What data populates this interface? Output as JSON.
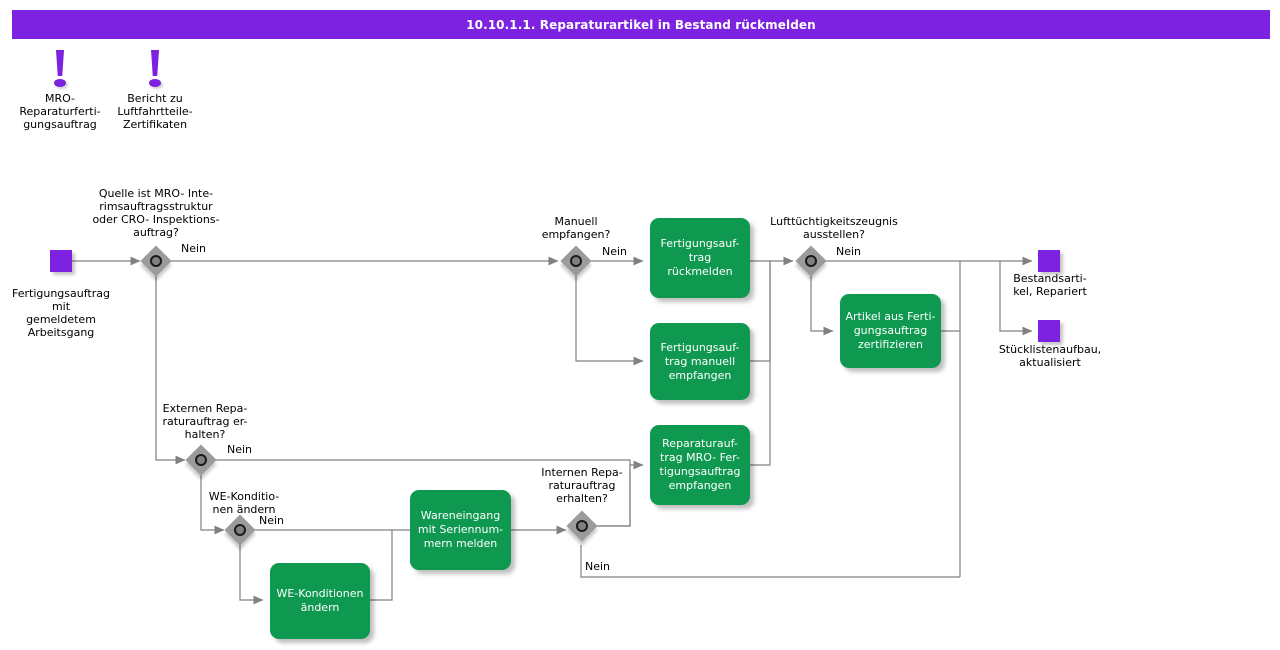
{
  "header": {
    "title": "10.10.1.1. Reparaturartikel in Bestand rückmelden",
    "bar_color": "#7c22e0",
    "text_color": "#ffffff"
  },
  "palette": {
    "event_purple": "#7c22e0",
    "task_green": "#0f9950",
    "gateway_gray": "#9b9b9b",
    "connector_gray": "#808080",
    "text_black": "#000000"
  },
  "annotations": [
    {
      "name": "mro-repair-production-order",
      "icon": "exclamation-icon",
      "label": "MRO-\nReparaturferti-\ngungsauftrag"
    },
    {
      "name": "aviation-parts-certificate-report",
      "icon": "exclamation-icon",
      "label": "Bericht  zu\nLuftfahrtteile-\nZertifikaten"
    }
  ],
  "events": [
    {
      "name": "start-production-order",
      "label": "Fertigungsauftrag\nmit\ngemeldetem\nArbeitsgang",
      "kind": "start"
    },
    {
      "name": "end-stock-item-repaired",
      "label": "Bestandsarti-\nkel, Repariert",
      "kind": "end"
    },
    {
      "name": "end-bom-structure-updated",
      "label": "Stücklistenaufbau,\naktualisiert",
      "kind": "end"
    }
  ],
  "gateways": [
    {
      "name": "gateway-source-mro-cro",
      "question": "Quelle ist MRO- Inte-\nrimsauftragsstruktur\noder CRO- Inspektions-\nauftrag?",
      "branch_label": "Nein"
    },
    {
      "name": "gateway-manual-receipt",
      "question": "Manuell\nempfangen?",
      "branch_label": "Nein"
    },
    {
      "name": "gateway-airworthiness-certificate",
      "question": "Lufttüchtigkeitszeugnis\nausstellen?",
      "branch_label": "Nein"
    },
    {
      "name": "gateway-external-repair-order",
      "question": "Externen  Repa-\nraturauftrag  er-\nhalten?",
      "branch_label": "Nein"
    },
    {
      "name": "gateway-change-gr-conditions",
      "question": "WE-Konditio-\nnen ändern",
      "branch_label": "Nein"
    },
    {
      "name": "gateway-internal-repair-order",
      "question": "Internen Repa-\nraturauftrag\nerhalten?",
      "branch_label": "Nein"
    }
  ],
  "tasks": [
    {
      "name": "task-report-production-order",
      "label": "Fertigungsauf-\ntrag rückmelden"
    },
    {
      "name": "task-receive-production-order-manually",
      "label": "Fertigungsauf-\ntrag manuell\nempfangen"
    },
    {
      "name": "task-receive-repair-order-mro",
      "label": "Reparaturauf-\ntrag  MRO- Fer-\ntigungsauftrag\nempfangen"
    },
    {
      "name": "task-certify-article",
      "label": "Artikel aus Ferti-\ngungsauftrag\nzertifizieren"
    },
    {
      "name": "task-goods-receipt-serial-numbers",
      "label": "Wareneingang\nmit Seriennum-\nmern melden"
    },
    {
      "name": "task-change-gr-conditions",
      "label": "WE-Konditionen\nändern"
    }
  ]
}
